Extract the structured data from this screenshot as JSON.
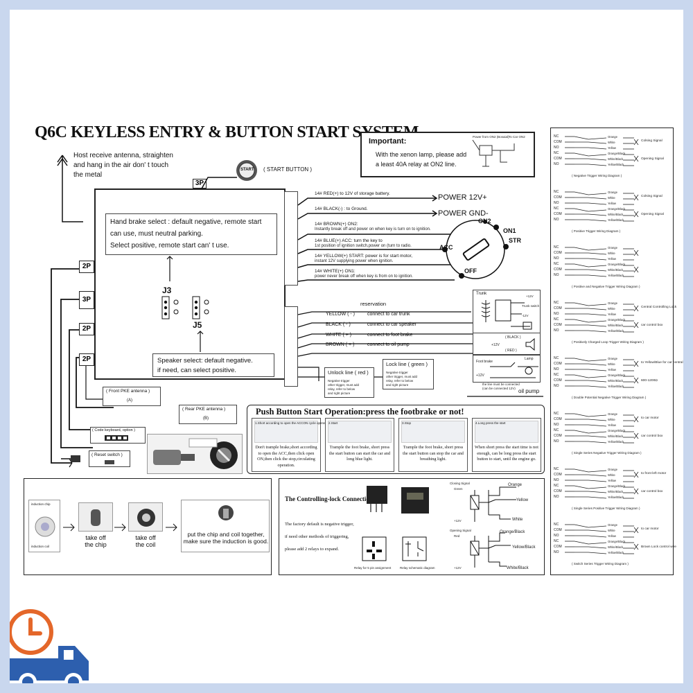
{
  "title": "Q6C KEYLESS ENTRY & BUTTON START SYSTEM",
  "antenna_note": [
    "Host receive antenna, straighten",
    "and hang in the air don' t touch",
    "the metal"
  ],
  "start_button": "( START BUTTON )",
  "start_knob": "START",
  "port_3p_top": "3P",
  "important": {
    "heading": "Important:",
    "text": [
      "With the xenon lamp, please add",
      "a least 40A relay at ON2 line."
    ],
    "power_from": "Power from ON2 (Bosaial)",
    "to_car": "To Car ON2"
  },
  "hand_brake": [
    "Hand brake select : default negative,  remote start",
    "can use, must neutral parking.",
    "Select positive, remote start can' t use."
  ],
  "j3": "J3",
  "j5": "J5",
  "speaker_select": [
    "Speaker select: default negative.",
    "if need, can select positive."
  ],
  "left_ports": [
    "2P",
    "3P",
    "2P",
    "2P"
  ],
  "wires": [
    {
      "desc": "14# RED(+) to 12V of storage battery.",
      "sub": "",
      "label": "POWER 12V+"
    },
    {
      "desc": "14# BLACK(-) : to Ground.",
      "sub": "",
      "label": "POWER GND-"
    },
    {
      "desc": "14# BROWN(+)  ON2:",
      "sub": "Instantly break off and power on when key is turn on to ignition.",
      "label": ""
    },
    {
      "desc": "14# BLUE(+)  ACC:  turn the key to",
      "sub": "1st position of ignition switch,power on (turn to radio.",
      "label": ""
    },
    {
      "desc": "14# YELLOW(+)  START:  power is for start motor,",
      "sub": "instant 12V supplying power when ignition.",
      "label": ""
    },
    {
      "desc": "14# WHITE(+)  ON1:",
      "sub": "power never break off when key is from on to ignition.",
      "label": ""
    }
  ],
  "ignition": {
    "on2": "ON2",
    "on1": "ON1",
    "acc": "ACC",
    "str": "STR",
    "off": "OFF"
  },
  "reservation": "reservation",
  "aux_wires": [
    {
      "color": "YELLOW ( - )",
      "desc": "connect to car trunk"
    },
    {
      "color": "BLACK ( - )",
      "desc": "connect to car speaker"
    },
    {
      "color": "WHITE ( + )",
      "desc": "connect to foot brake"
    },
    {
      "color": "BROWN ( + )",
      "desc": "connect to oil pump"
    }
  ],
  "unlock_line": {
    "title": "Unlock line ( red )",
    "note": [
      "Negative trigger",
      "other trigger, must add",
      "relay, refer to below",
      "and right picture"
    ]
  },
  "lock_line": {
    "title": "Lock line ( green )",
    "note": [
      "Negative trigger",
      "other trigger, must add",
      "relay, refer to below",
      "and right picture"
    ]
  },
  "trunk": {
    "title": "Trunk",
    "plus": "+12V",
    "minus": "-12V",
    "lock": "Trunk switch"
  },
  "speaker_box": {
    "black": "( BLACK )",
    "red": "( RED )",
    "plus": "+12V"
  },
  "foot_brake": {
    "title": "Foot brake",
    "lamp": "Lamp",
    "plus": "+12V"
  },
  "oil_pump": {
    "label": "oil pump",
    "note": [
      "the line must be connected",
      "(can be connected 12V)"
    ]
  },
  "front_pke": {
    "label": "( Front PKE antenna )",
    "connector": "(A)"
  },
  "rear_pke": {
    "label": "( Rear PKE antenna )",
    "connector": "(B)"
  },
  "code_keyboard": {
    "label": "( Code keyboard, option )"
  },
  "reset_switch": {
    "label": "( Reset switch )"
  },
  "push_title": "Push Button Start Operation:press the footbrake or not!",
  "steps": [
    {
      "head": "1.Short according to open the ACCON cycle operating mode",
      "text": "Don't trample brake,short according to open the ACC,then click open ON,then click the stop,circulating operation."
    },
    {
      "head": "2.Start",
      "text": "Trample the foot brake, short press the start button can start the car and long blue light."
    },
    {
      "head": "3.Stop",
      "text": "Trample the foot brake, short press the start button can stop the car and breathing light."
    },
    {
      "head": "4.Long press the start",
      "text": "When short press the start time is not enough, can be long press the start button to start, until the engine go."
    }
  ],
  "chip_steps": [
    {
      "label": "",
      "img": "induction chip"
    },
    {
      "label": "take off\nthe chip"
    },
    {
      "label": "take off\nthe coil"
    },
    {
      "label": "put the chip and coil together,\nmake sure the induction is good."
    }
  ],
  "chip_small": [
    "induction chip",
    "induction coil"
  ],
  "cl": {
    "title": "The Controlling-lock Connection",
    "text": [
      "The factory default is negative trigger,",
      "if need other methods of triggering,",
      "please add 2 relays to expand."
    ],
    "cap1": "Relay for 5 pin assignment",
    "cap2": "Relay schematic diagram",
    "closing_signal": "Closing Signal",
    "opening_signal": "Opening Signal",
    "green": "Green",
    "red": "Red",
    "orange": "Orange",
    "yellow": "Yellow",
    "white": "White",
    "orange_black": "Orange/Black",
    "yellow_black": "Yellow/Black",
    "white_black": "White/Black",
    "plus12": "+12V"
  },
  "right_diagrams": [
    {
      "title": "( Negative Trigger Wiring Diagram )",
      "sig1": "Colsing Signal",
      "sig2": "Opening Signal"
    },
    {
      "title": "( Positive Trigger Wiring Diagram )",
      "sig1": "Colsing Signal",
      "sig2": "Opening Signal"
    },
    {
      "title": "( Positive and Negative Trigger Wiring Diagram )",
      "sig1": "",
      "sig2": ""
    },
    {
      "title": "( Positively Charged Loop Trigger Wiring Diagram )",
      "sig1": "Central Controlling Lock",
      "sig2": "car control box"
    },
    {
      "title": "( Double Potential Negative Trigger Wiring Diagram )",
      "sig1": "to Yellow/Blue for car central controlling lock",
      "sig2": "600-1200Ω"
    },
    {
      "title": "( Single Series Negative Trigger Wiring Diagram )",
      "sig1": "to car motor",
      "sig2": "car control box"
    },
    {
      "title": "( Single Series Positive Trigger Wiring Diagram )",
      "sig1": "to front left motor",
      "sig2": "car control box"
    },
    {
      "title": "( Switch Series Trigger Wiring Diagram )",
      "sig1": "to car motor",
      "sig2": "Brown Lock control wire"
    }
  ],
  "terminal_labels": [
    "NC",
    "COM",
    "NO",
    "NC",
    "COM",
    "NO"
  ],
  "wire_colors": [
    "Orange",
    "White",
    "Yellow",
    "Orange/Black",
    "White/Black",
    "Yellow/Black"
  ],
  "colors": {
    "background": "#c9d7ee",
    "badge_blue": "#2d5fae",
    "badge_orange": "#e4672a"
  }
}
